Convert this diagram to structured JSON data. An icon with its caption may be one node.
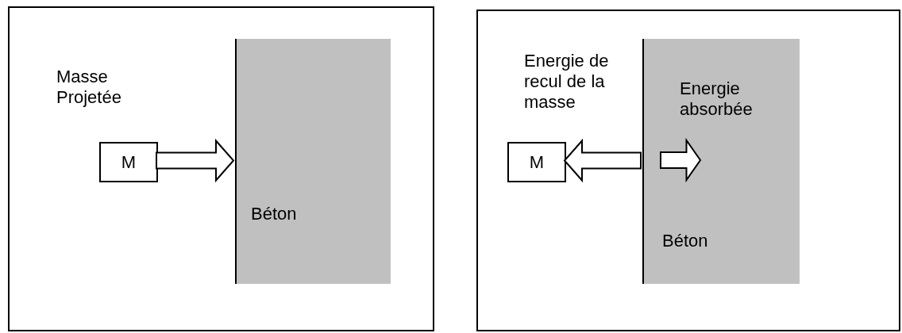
{
  "diagram": {
    "nodes": [
      {
        "text": [],
        "shape": "box"
      },
      {
        "text": [
          "M"
        ],
        "in": 0,
        "beside": [
          "Masse Projetée"
        ]
      },
      {
        "text": [
          "Béton"
        ],
        "in": 0
      },
      {
        "text": [],
        "shape": "box"
      },
      {
        "text": [
          "M"
        ],
        "in": 3,
        "beside": [
          "Energie de recul de la masse"
        ]
      },
      {
        "text": [
          "Energie absorbée",
          "Béton"
        ],
        "in": 3
      }
    ],
    "edges": [
      {
        "from": 1,
        "to": 2,
        "arrow": "to"
      },
      {
        "from": 5,
        "to": 4,
        "arrow": "to"
      }
    ]
  }
}
